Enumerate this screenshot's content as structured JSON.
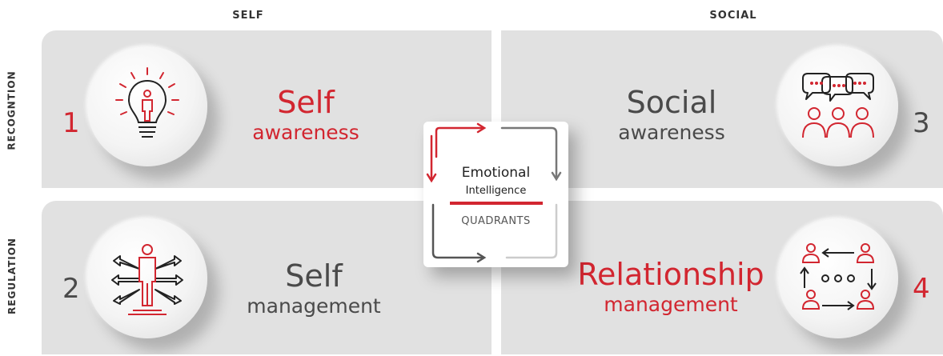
{
  "columns": {
    "self": "SELF",
    "social": "SOCIAL"
  },
  "rows": {
    "recognition": "RECOGNTION",
    "regulation": "REGULATION"
  },
  "quadrants": [
    {
      "number": "1",
      "title": "Self",
      "subtitle": "awareness",
      "icon": "lightbulb-person-icon",
      "color": "#d22630"
    },
    {
      "number": "2",
      "title": "Self",
      "subtitle": "management",
      "icon": "person-arrows-icon",
      "color": "#4a4a4a"
    },
    {
      "number": "3",
      "title": "Social",
      "subtitle": "awareness",
      "icon": "group-chat-icon",
      "color": "#4a4a4a"
    },
    {
      "number": "4",
      "title": "Relationship",
      "subtitle": "management",
      "icon": "people-network-icon",
      "color": "#d22630"
    }
  ],
  "center": {
    "title": "Emotional",
    "subtitle": "Intelligence",
    "label": "QUADRANTS"
  },
  "colors": {
    "accent": "#d22630",
    "panel": "#e1e1e1",
    "text": "#4a4a4a"
  }
}
